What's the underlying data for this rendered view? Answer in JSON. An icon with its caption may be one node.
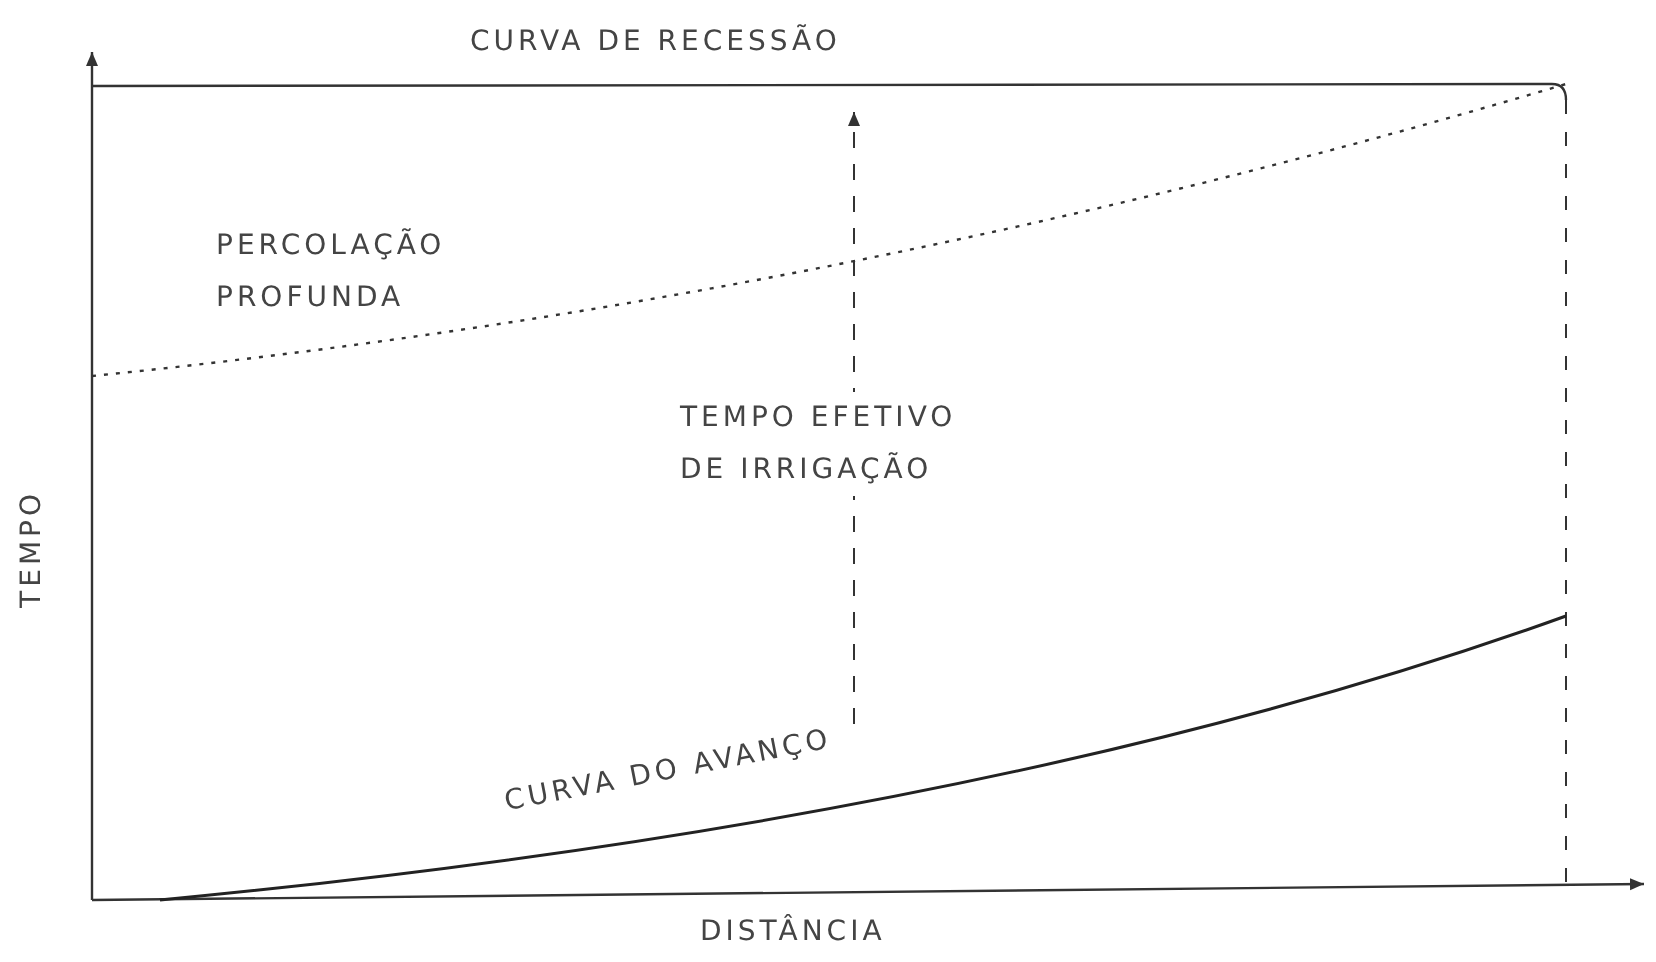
{
  "diagram": {
    "labels": [
      "CURVA DE RECESSÃO",
      "PERCOLAÇÃO PROFUNDA",
      "TEMPO",
      "TEMPO EFETIVO DE IRRIGAÇÃO",
      "CURVA DO AVANÇO",
      "DISTÂNCIA"
    ]
  }
}
